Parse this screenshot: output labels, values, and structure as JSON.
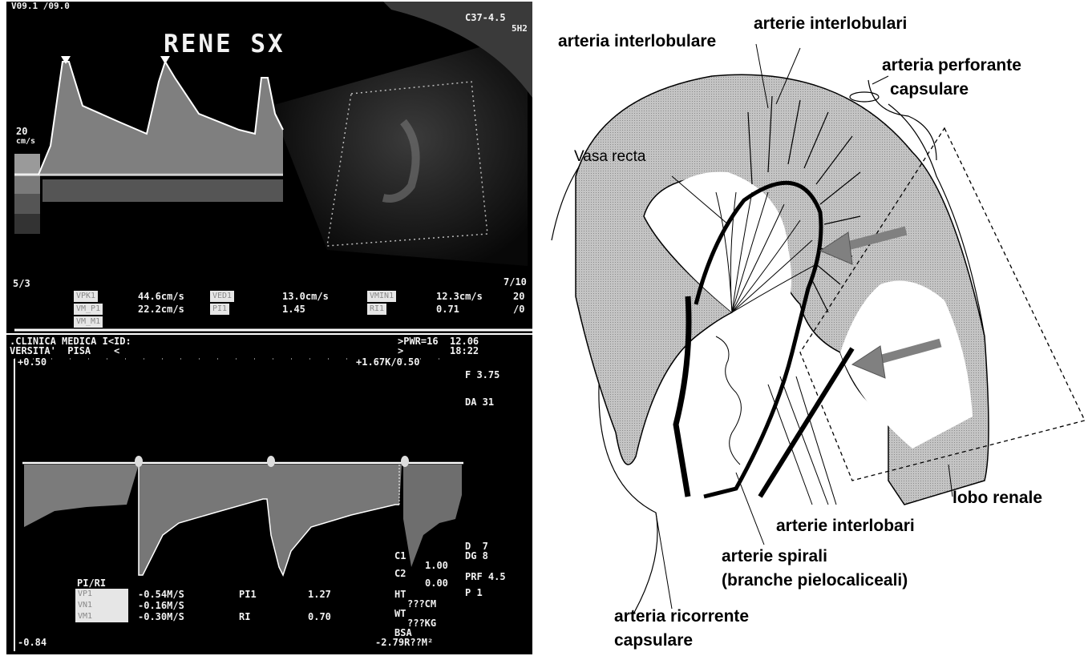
{
  "top_panel": {
    "corner_tl": "V09.1 /09.0",
    "organ": "RENE SX",
    "probe_line1": "C37-4.5",
    "probe_line2": "5H2",
    "scale_top": "20",
    "scale_sub": "cm/s",
    "scale_bottom": "5/3",
    "right_date": "7/10",
    "row1": {
      "lab_a": "VPK1",
      "val_a": "44.6cm/s",
      "lab_b": "VED1",
      "val_b": "13.0cm/s",
      "lab_c": "VMIN1",
      "val_c": "12.3cm/s",
      "tail": "20"
    },
    "row2": {
      "lab_a": "VM_P1",
      "val_a": "22.2cm/s",
      "lab_b": "PI1",
      "val_b": "1.45",
      "lab_c": "RI1",
      "val_c": "0.71",
      "tail": "/0"
    },
    "row3": {
      "lab_a": "VM_M1"
    }
  },
  "bottom_panel": {
    "header_l1": ".CLINICA MEDICA I<ID:",
    "header_l2": "VERSITA'  PISA    <",
    "header_r1": ">PWR=16  12.06",
    "header_r2": ">        18:22",
    "scale_top_left": "+0.50",
    "scale_top_right": "+1.67K/0.50",
    "f_value": "F 3.75",
    "da_value": "DA 31",
    "d_value": "D  7",
    "dg_value": "DG 8",
    "c1": "C1",
    "c1_val": "1.00",
    "c2": "C2",
    "c2_val": "0.00",
    "prf": "PRF 4.5",
    "p": "P 1",
    "pi_ri": "PI/RI",
    "meas": [
      {
        "lab": "VP1",
        "val": "-0.54M/S",
        "k": "PI1",
        "kv": "1.27"
      },
      {
        "lab": "VN1",
        "val": "-0.16M/S",
        "k": "",
        "kv": ""
      },
      {
        "lab": "VM1",
        "val": "-0.30M/S",
        "k": "RI",
        "kv": "0.70"
      }
    ],
    "ht": "HT",
    "ht_val": "???CM",
    "wt": "WT",
    "wt_val": "???KG",
    "bsa": "BSA",
    "bsa_val": "-2.79R??M²",
    "scale_bottom_left": "-0.84"
  },
  "diagram": {
    "labels": {
      "interlobulare": "arteria interlobulare",
      "interlobulari": "arterie interlobulari",
      "perforante_1": "arteria perforante",
      "perforante_2": "capsulare",
      "vasa_recta": "Vasa recta",
      "lobo": "lobo renale",
      "interlobari": "arterie interlobari",
      "spirali_1": "arterie spirali",
      "spirali_2": "(branche pielocaliceali)",
      "ricorrente_1": "arteria ricorrente",
      "ricorrente_2": "capsulare"
    },
    "colors": {
      "tissue": "#bdbdbd",
      "arrow": "#808080",
      "vessel": "#000000"
    }
  }
}
